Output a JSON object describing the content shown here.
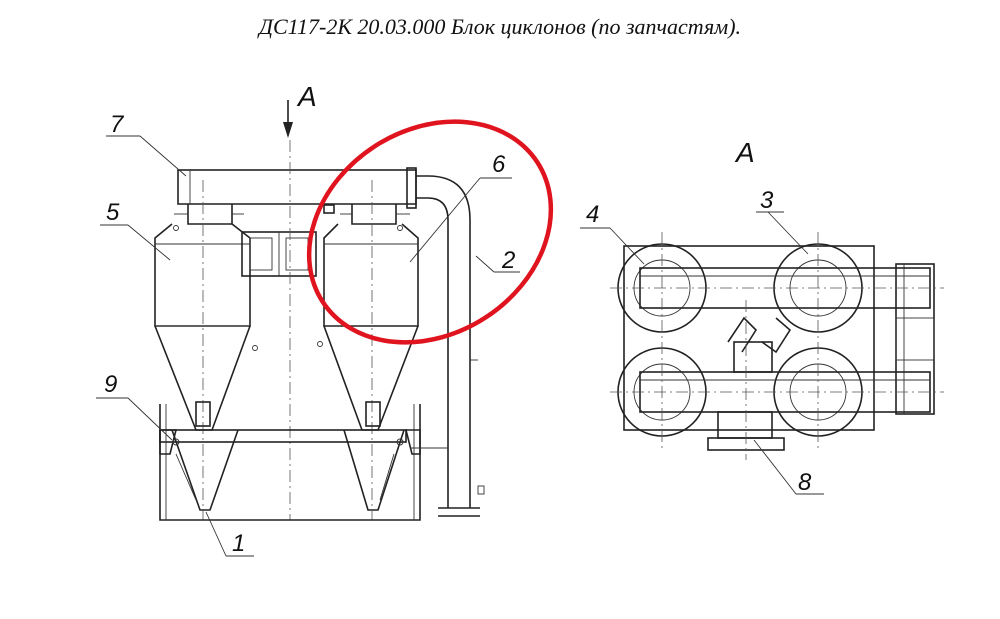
{
  "title": "ДС117-2К 20.03.000 Блок циклонов (по запчастям).",
  "view_marker": "А",
  "section_label": "А",
  "callouts": {
    "c1": "1",
    "c2": "2",
    "c3": "3",
    "c4": "4",
    "c5": "5",
    "c6": "6",
    "c7": "7",
    "c8": "8",
    "c9": "9"
  },
  "highlight_color": "#e0141e"
}
